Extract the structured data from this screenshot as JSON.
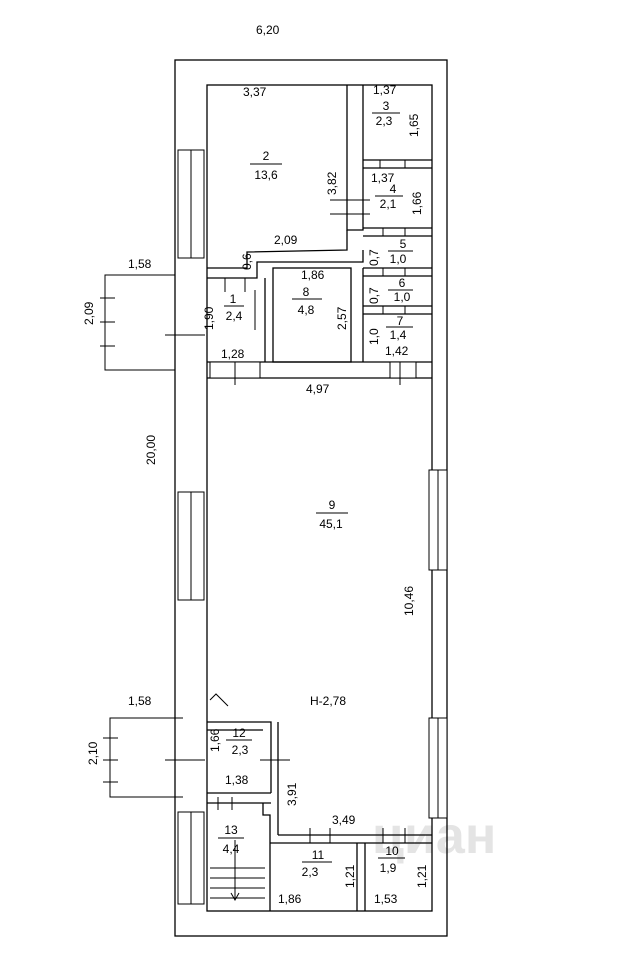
{
  "watermark": "циан",
  "ceiling_height": "Н-2,78",
  "outer_dims": {
    "width": "6,20",
    "length": "20,00"
  },
  "porches": [
    {
      "width": "1,58",
      "depth": "2,09"
    },
    {
      "width": "1,58",
      "depth": "2,10"
    }
  ],
  "rooms": [
    {
      "no": "1",
      "area": "2,4"
    },
    {
      "no": "2",
      "area": "13,6"
    },
    {
      "no": "3",
      "area": "2,3"
    },
    {
      "no": "4",
      "area": "2,1"
    },
    {
      "no": "5",
      "area": "1,0"
    },
    {
      "no": "6",
      "area": "1,0"
    },
    {
      "no": "7",
      "area": "1,4"
    },
    {
      "no": "8",
      "area": "4,8"
    },
    {
      "no": "9",
      "area": "45,1"
    },
    {
      "no": "10",
      "area": "1,9"
    },
    {
      "no": "11",
      "area": "2,3"
    },
    {
      "no": "12",
      "area": "2,3"
    },
    {
      "no": "13",
      "area": "4,4"
    }
  ],
  "dims": {
    "r2_w": "3,37",
    "r2_h": "3,82",
    "r2_b": "2,09",
    "r2_n": "0,6",
    "r3_w": "1,37",
    "r3_h": "1,65",
    "r4_w": "1,37",
    "r4_h": "1,66",
    "r5_h": "0,7",
    "r6_h": "0,7",
    "r7_h": "1,0",
    "r7_w": "1,42",
    "r1_h": "1,90",
    "r1_w": "1,28",
    "r8_w": "1,86",
    "r8_h": "2,57",
    "r9_w": "4,97",
    "r9_h": "10,46",
    "r12_h": "1,66",
    "r12_w": "1,38",
    "r12_l": "3,91",
    "r10_11_w": "3,49",
    "r11_h": "1,21",
    "r11_w": "1,86",
    "r10_h": "1,21",
    "r10_w": "1,53"
  }
}
